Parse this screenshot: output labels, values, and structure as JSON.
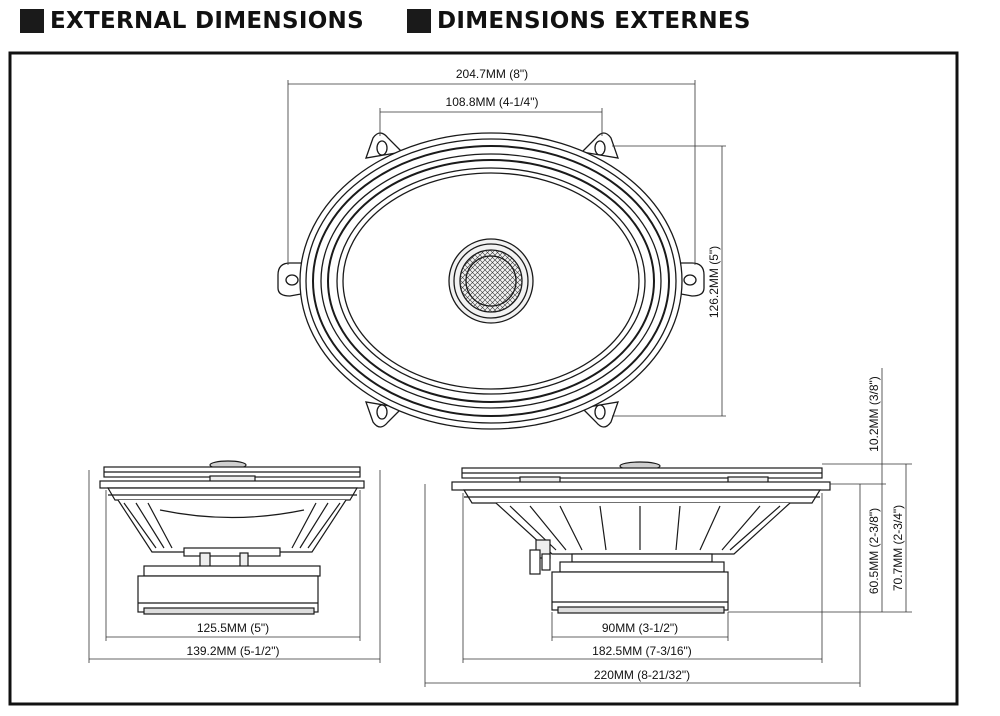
{
  "header": {
    "title_en": "EXTERNAL DIMENSIONS",
    "title_fr": "DIMENSIONS EXTERNES"
  },
  "dimensions": {
    "overall_width": "204.7MM (8\")",
    "hole_spacing": "108.8MM (4-1/4\")",
    "height_top": "126.2MM (5\")",
    "side_inner_width": "125.5MM (5\")",
    "side_outer_width": "139.2MM (5-1/2\")",
    "flange_thickness": "10.2MM (3/8\")",
    "mount_depth": "60.5MM (2-3/8\")",
    "total_depth": "70.7MM (2-3/4\")",
    "magnet_dia": "90MM (3-1/2\")",
    "cutout_width": "182.5MM (7-3/16\")",
    "frame_width": "220MM (8-21/32\")"
  },
  "colors": {
    "line": "#1a1a1a",
    "frame": "#111111",
    "fill_light": "#e4e4e4"
  }
}
